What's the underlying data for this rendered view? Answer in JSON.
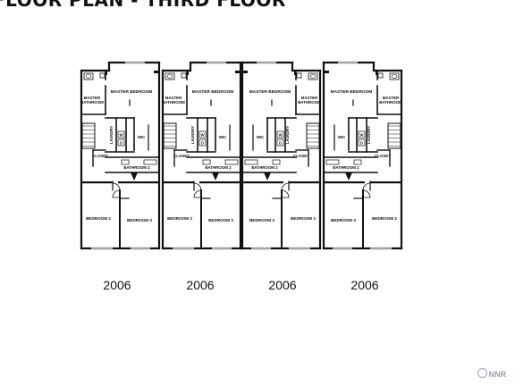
{
  "title": "FLOOR PLAN - THIRD FLOOR",
  "units": [
    {
      "label": "2006",
      "mirrored": false
    },
    {
      "label": "2006",
      "mirrored": false
    },
    {
      "label": "2006",
      "mirrored": true
    },
    {
      "label": "2006",
      "mirrored": true
    }
  ],
  "rooms": {
    "master_bedroom": "MASTER BEDROOM",
    "master_bathroom_line1": "MASTER",
    "master_bathroom_line2": "BATHROOM",
    "laundry": "LAUNDRY",
    "wic": "WIC",
    "washer": "W",
    "dryer": "D",
    "closet": "CLOSET",
    "bathroom2": "BATHROOM 2",
    "bedroom2": "BEDROOM 2",
    "bedroom3": "BEDROOM 3"
  },
  "watermark": "NNR"
}
